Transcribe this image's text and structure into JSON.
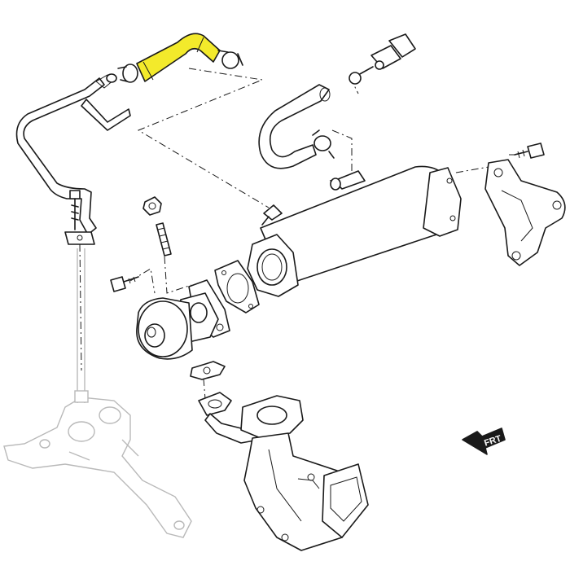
{
  "diagram": {
    "highlight_color": "#f3ea2b",
    "line_color": "#1a1a1a",
    "ghost_color": "#b9b9b9",
    "direction_marker": {
      "label": "FRT",
      "icon": "front-arrow-icon"
    },
    "parts": [
      "upper-coolant-hose-highlighted",
      "hose-clamp",
      "quick-connector",
      "u-bend-hose",
      "coolant-tube",
      "egr-cooler",
      "mounting-bracket",
      "egr-valve",
      "cooler-gasket",
      "valve-gasket",
      "intake-adapter",
      "bolt",
      "stud",
      "nut"
    ]
  }
}
